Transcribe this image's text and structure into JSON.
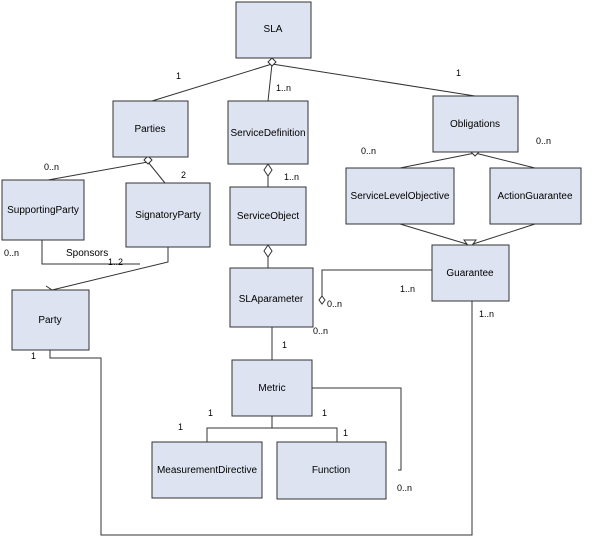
{
  "classes": {
    "sla": "SLA",
    "parties": "Parties",
    "service_definition": "ServiceDefinition",
    "obligations": "Obligations",
    "supporting_party": "SupportingParty",
    "signatory_party": "SignatoryParty",
    "service_object": "ServiceObject",
    "service_level_objective": "ServiceLevelObjective",
    "action_guarantee": "ActionGuarantee",
    "party": "Party",
    "sla_parameter": "SLAparameter",
    "guarantee": "Guarantee",
    "metric": "Metric",
    "measurement_directive": "MeasurementDirective",
    "function": "Function"
  },
  "association_labels": {
    "sponsors": "Sponsors"
  },
  "multiplicities": {
    "sla_parties": "1",
    "sla_service_definition": "1..n",
    "sla_obligations": "1",
    "parties_supporting": "0..n",
    "parties_signatory": "2",
    "service_definition_object": "1..n",
    "obligations_slo": "0..n",
    "obligations_action": "0..n",
    "supporting_sponsors": "0..n",
    "signatory_sponsors": "1..2",
    "guarantee_sla_parameter": "1..n",
    "sla_parameter_guarantee": "0..n",
    "guarantee_party": "1..n",
    "sla_parameter_self": "0..n",
    "party_guarantee": "1",
    "sla_parameter_metric": "1",
    "metric_measurement_left": "1",
    "metric_measurement": "1",
    "metric_function": "1",
    "function_metric": "1",
    "function_self": "0..n"
  },
  "colors": {
    "box_fill": "#dde3f0",
    "line": "#333333"
  }
}
